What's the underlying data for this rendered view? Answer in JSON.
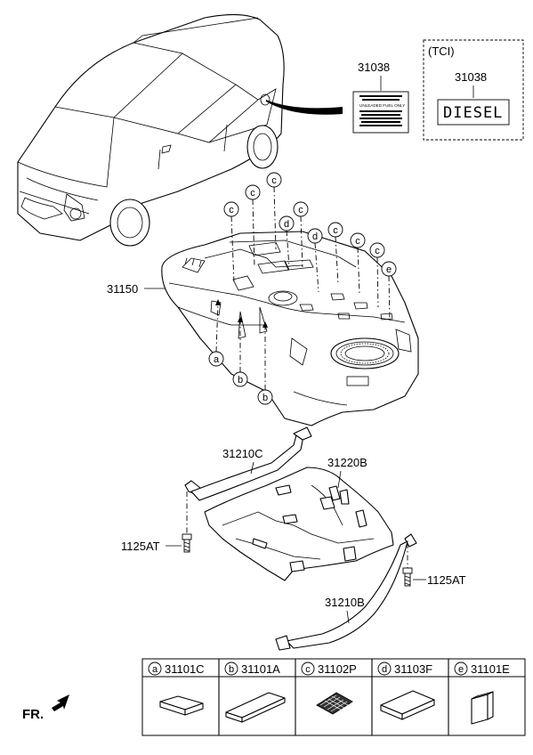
{
  "callouts": {
    "vehicle_label": "31038",
    "tci_label": "31038",
    "tci_heading": "(TCI)",
    "fuel_tank": "31150",
    "band_upper": "31210C",
    "band_lower": "31210B",
    "under_cover": "31220B",
    "bolt_left": "1125AT",
    "bolt_right": "1125AT"
  },
  "fuel_label_card": {
    "lines": [
      "UNLEADED FUEL ONLY"
    ]
  },
  "diesel_label": "DIESEL",
  "circle_letters": {
    "a": "a",
    "b": "b",
    "c": "c",
    "d": "d",
    "e": "e"
  },
  "legend": {
    "items": [
      {
        "letter": "a",
        "part": "31101C"
      },
      {
        "letter": "b",
        "part": "31101A"
      },
      {
        "letter": "c",
        "part": "31102P"
      },
      {
        "letter": "d",
        "part": "31103F"
      },
      {
        "letter": "e",
        "part": "31101E"
      }
    ]
  },
  "front_indicator": "FR."
}
